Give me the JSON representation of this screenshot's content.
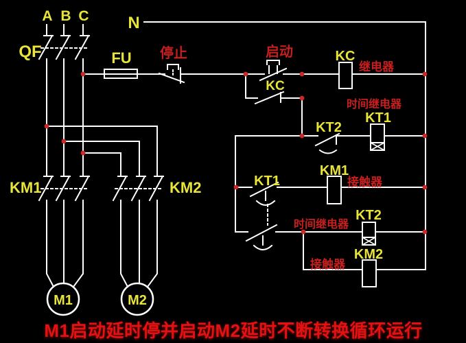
{
  "colors": {
    "background": "#000000",
    "wire": "#ffffff",
    "device_label": "#e8e43a",
    "annotation": "#c71f1f",
    "junction_dot": "#cc2929",
    "caption": "#e31212"
  },
  "power": {
    "phase_a": "A",
    "phase_b": "B",
    "phase_c": "C",
    "neutral": "N",
    "breaker": "QF",
    "fuse": "FU"
  },
  "control": {
    "stop_label": "停止",
    "start_label": "启动",
    "kc_coil": "KC",
    "kc_coil_note": "继电器",
    "kc_contact": "KC",
    "kt2_contact": "KT2",
    "kt1_coil": "KT1",
    "kt1_coil_note": "时间继电器",
    "kt1_contact": "KT1",
    "km1_coil": "KM1",
    "km1_coil_note": "接触器",
    "kt2_coil": "KT2",
    "kt2_coil_note": "时间继电器",
    "km2_coil": "KM2",
    "km2_coil_note": "接触器"
  },
  "motor_circuit": {
    "km1_contacts": "KM1",
    "km2_contacts": "KM2",
    "motor1": "M1",
    "motor2": "M2"
  },
  "caption": "M1启动延时停并启动M2延时不断转换循环运行"
}
